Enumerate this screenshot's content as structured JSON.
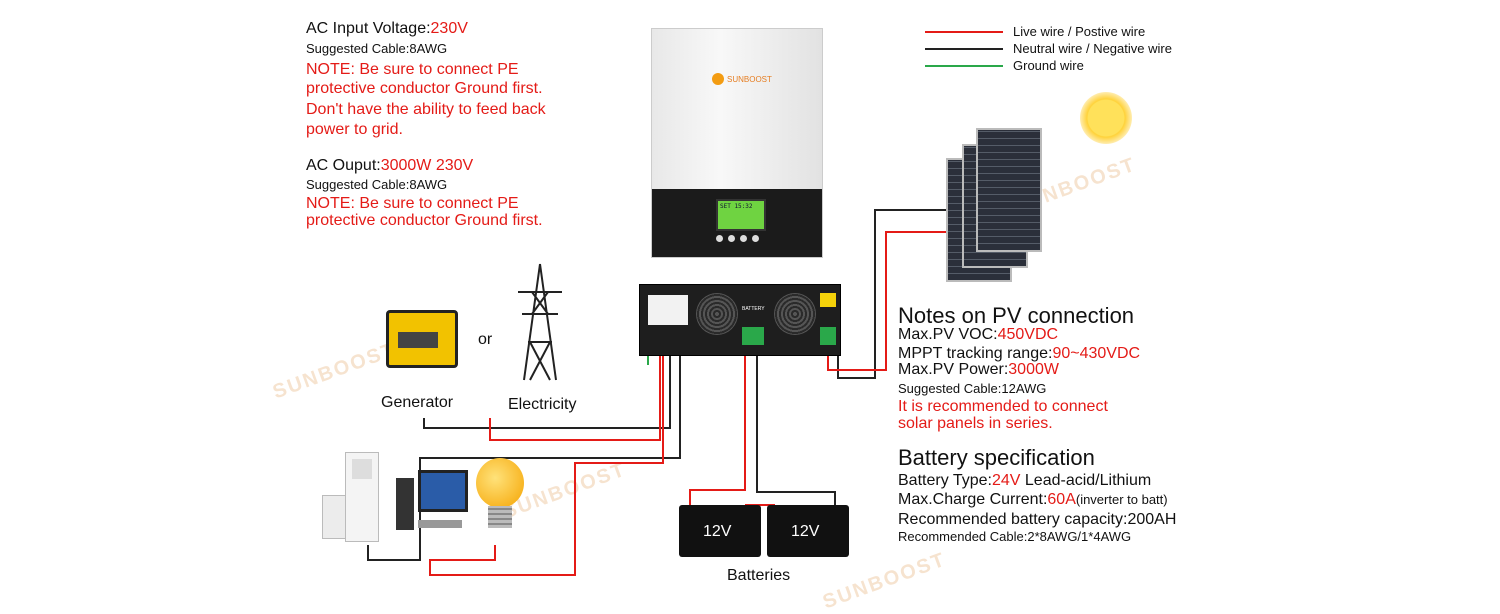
{
  "colors": {
    "live": "#e41b17",
    "neutral": "#222222",
    "ground": "#2aa84a",
    "accent_red": "#e41b17"
  },
  "ac_input": {
    "label": "AC Input Voltage:",
    "value": "230V",
    "cable": "Suggested Cable:8AWG",
    "note1": "NOTE: Be sure to connect PE",
    "note2": "protective conductor Ground first.",
    "note3": "Don't have the ability to feed back",
    "note4": "power to grid."
  },
  "ac_output": {
    "label": "AC Ouput:",
    "value": "3000W 230V",
    "cable": "Suggested Cable:8AWG",
    "note1": "NOTE: Be sure to connect PE",
    "note2": "protective conductor Ground first."
  },
  "legend": {
    "live": "Live wire / Postive wire",
    "neutral": "Neutral wire / Negative wire",
    "ground": "Ground wire"
  },
  "inverter": {
    "brand": "SUNBOOST",
    "lcd_text": "SET  15:32"
  },
  "sources": {
    "generator": "Generator",
    "or": "or",
    "electricity": "Electricity"
  },
  "panel": {
    "battery_label": "BATTERY"
  },
  "pv": {
    "heading": "Notes on PV connection",
    "voc_label": "Max.PV VOC:",
    "voc_value": "450VDC",
    "mppt_label": "MPPT tracking range:",
    "mppt_value": "90~430VDC",
    "power_label": "Max.PV Power:",
    "power_value": "3000W",
    "cable": "Suggested Cable:12AWG",
    "rec1": "It is recommended to connect",
    "rec2": "solar panels in series."
  },
  "battery_spec": {
    "heading": "Battery specification",
    "type_label": "Battery Type:",
    "type_value": "24V",
    "type_rest": " Lead-acid/Lithium",
    "charge_label": "Max.Charge Current:",
    "charge_value": "60A",
    "charge_note": "(inverter to batt)",
    "capacity": "Recommended battery capacity:200AH",
    "cable": "Recommended Cable:2*8AWG/1*4AWG"
  },
  "batteries": {
    "left": "12V",
    "right": "12V",
    "caption": "Batteries"
  }
}
